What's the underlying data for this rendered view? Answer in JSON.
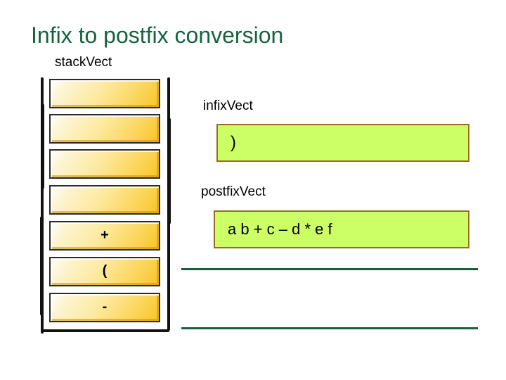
{
  "slide": {
    "title": "Infix to postfix conversion",
    "title_color": "#15633f",
    "background": "#ffffff"
  },
  "stack": {
    "label": "stackVect",
    "cell_count": 7,
    "cells": [
      {
        "index": 0,
        "value": ""
      },
      {
        "index": 1,
        "value": ""
      },
      {
        "index": 2,
        "value": ""
      },
      {
        "index": 3,
        "value": ""
      },
      {
        "index": 4,
        "value": "+"
      },
      {
        "index": 5,
        "value": "("
      },
      {
        "index": 6,
        "value": "-"
      }
    ],
    "cell_fill_light": "#ffffff",
    "cell_fill_dark": "#f7c421",
    "cell_border": "#2b2b2b"
  },
  "infix": {
    "label": "infixVect",
    "value": ")",
    "box_fill": "#ccff66",
    "box_border": "#9a6b1f"
  },
  "postfix": {
    "label": "postfixVect",
    "value": "a b + c – d * e f",
    "box_fill": "#ccff66",
    "box_border": "#9a6b1f"
  },
  "rules": {
    "color": "#17603f",
    "count": 2
  }
}
